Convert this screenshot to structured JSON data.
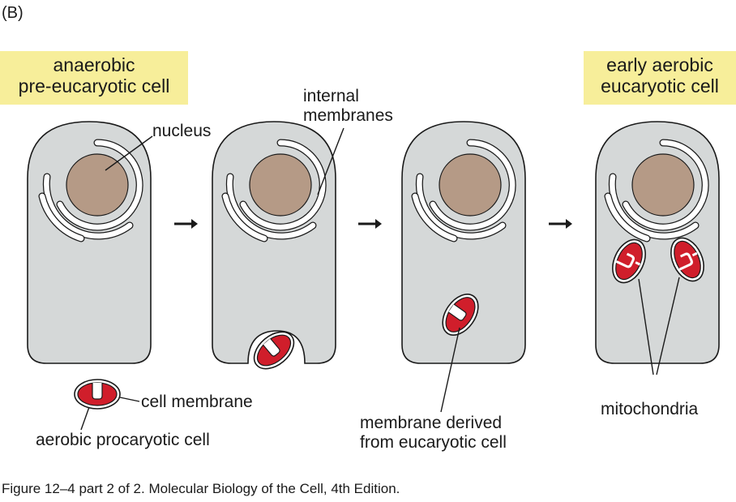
{
  "panel_label": "(B)",
  "labels": {
    "anaerobic_cell_line1": "anaerobic",
    "anaerobic_cell_line2": "pre-eucaryotic cell",
    "aerobic_cell_line1": "early aerobic",
    "aerobic_cell_line2": "eucaryotic cell",
    "nucleus": "nucleus",
    "internal_membranes_line1": "internal",
    "internal_membranes_line2": "membranes",
    "cell_membrane": "cell membrane",
    "aerobic_procaryote": "aerobic procaryotic cell",
    "derived_membrane_line1": "membrane derived",
    "derived_membrane_line2": "from eucaryotic cell",
    "mitochondria": "mitochondria"
  },
  "caption": "Figure 12–4 part 2 of 2. Molecular Biology of the Cell, 4th Edition.",
  "colors": {
    "cell_fill": "#d5d8d8",
    "nucleus_fill": "#b59a86",
    "membrane_white": "#ffffff",
    "organelle_red": "#d01e2b",
    "label_box": "#f7ee9a",
    "outline": "#1a1a1a"
  }
}
